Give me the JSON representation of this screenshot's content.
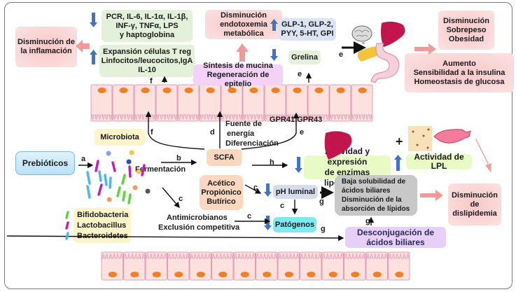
{
  "inflammation": {
    "result": "Disminución de la inflamación",
    "decrease_box": [
      "PCR, IL-6, IL-1α, IL-1β,",
      "INF-γ, TNFα, LPS",
      "y haptoglobina"
    ],
    "increase_box": [
      "Expansión células T reg",
      "Linfocitos/leucocitos,IgA",
      "IL-10"
    ]
  },
  "endotoxemia": {
    "result": [
      "Disminución",
      "endotoxemia",
      "metabólica"
    ]
  },
  "mucin_box": [
    "Síntesis de mucina",
    "Regeneración de epitelio"
  ],
  "hormones": {
    "increase_box": [
      "GLP-1, GLP-2,",
      "PYY, 5-HT, GPI"
    ],
    "decrease_box": "Grelina"
  },
  "outcomes": {
    "obesity": [
      "Disminución",
      "Sobrepeso",
      "Obesidad"
    ],
    "insulin": [
      "Aumento",
      "Sensibilidad a la insulina",
      "Homeostasis de glucosa"
    ],
    "dyslipidemia": [
      "Disminución",
      "de",
      "dislipidemia"
    ]
  },
  "labels": {
    "microbiota": "Microbiota",
    "prebioticos": "Prebióticos",
    "fermentacion": "Fermentación",
    "scfa": "SCFA",
    "energia": [
      "Fuente de",
      "energía",
      "Diferenciación"
    ],
    "gpr": "GPR41,GPR43",
    "acids": [
      "Acético",
      "Propiónico",
      "Butírico"
    ],
    "ph": "pH luminal",
    "patogenos": "Patógenos",
    "antimicrobianos": [
      "Antimicrobianos",
      "Exclusión competitiva"
    ],
    "lipogenic": [
      "Actividad y expresión",
      "de enzimas lipogénicas"
    ],
    "lpl": "Actividad de LPL",
    "bile_box": [
      "Baja solubilidad  de",
      "ácidos biliares",
      "Disminución  de la",
      "absorción  de lípidos"
    ],
    "deconj": [
      "Desconjugación de",
      "ácidos biliares"
    ],
    "plus": "+"
  },
  "legend": {
    "items": [
      {
        "name": "Bifidobacteria",
        "color": "#5fd33a"
      },
      {
        "name": "Lactobacillus",
        "color": "#c21fb5"
      },
      {
        "name": "Bacteroidetes",
        "color": "#4fb6e6"
      }
    ]
  },
  "pathway_letters": {
    "a": "a",
    "b": "b",
    "c": "c",
    "d": "d",
    "e": "e",
    "f": "f",
    "g": "g",
    "h": "h"
  },
  "colors": {
    "up_down_arrow": "#4472c4",
    "pink_arrow": "#f19a9a",
    "nucleus": "#f57e23",
    "cell_fill": "#fde1df",
    "cell_border": "#d88aa8"
  }
}
